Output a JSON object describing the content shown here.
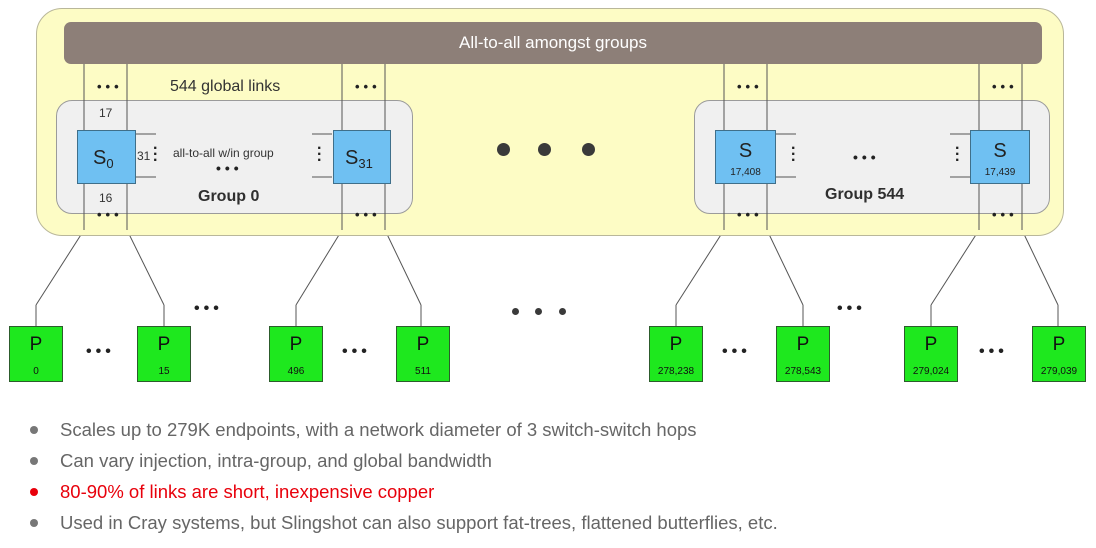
{
  "top_bar_label": "All-to-all amongst groups",
  "global_links_label": "544 global links",
  "group0": {
    "label": "Group 0",
    "switch_left": {
      "letter": "S",
      "sub": "0"
    },
    "switch_right": {
      "letter": "S",
      "sub": "31"
    },
    "internal_label": "all-to-all w/in group",
    "port_top": "17",
    "port_bottom": "16",
    "port_side": "31"
  },
  "group544": {
    "label": "Group 544",
    "switch_left": {
      "letter": "S",
      "num": "17,408"
    },
    "switch_right": {
      "letter": "S",
      "num": "17,439"
    }
  },
  "processors": [
    {
      "letter": "P",
      "num": "0"
    },
    {
      "letter": "P",
      "num": "15"
    },
    {
      "letter": "P",
      "num": "496"
    },
    {
      "letter": "P",
      "num": "511"
    },
    {
      "letter": "P",
      "num": "278,238"
    },
    {
      "letter": "P",
      "num": "278,543"
    },
    {
      "letter": "P",
      "num": "279,024"
    },
    {
      "letter": "P",
      "num": "279,039"
    }
  ],
  "ellipsis": "• • •",
  "bullets": [
    {
      "text": "Scales up to 279K endpoints, with a network diameter of 3 switch-switch hops",
      "color": "#666666"
    },
    {
      "text": "Can vary injection, intra-group, and global bandwidth",
      "color": "#666666"
    },
    {
      "text": "80-90% of links are short, inexpensive copper",
      "color": "#e8000b"
    },
    {
      "text": "Used in Cray systems, but Slingshot can also support fat-trees, flattened butterflies, etc.",
      "color": "#666666"
    }
  ]
}
